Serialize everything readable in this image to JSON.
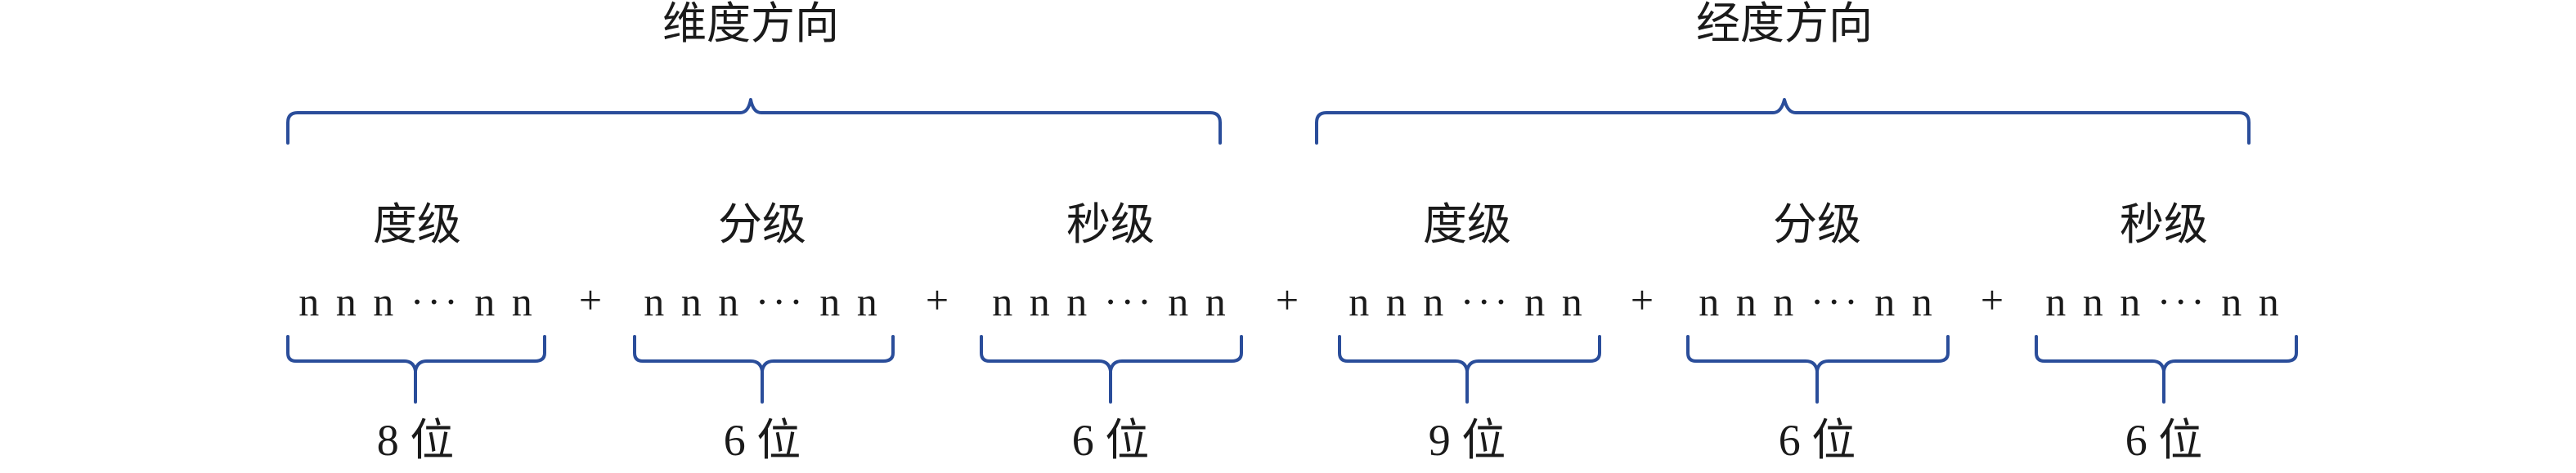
{
  "directions": [
    {
      "label": "维度方向"
    },
    {
      "label": "经度方向"
    }
  ],
  "groups": [
    {
      "level": "度级",
      "digits": "n n n ··· n n",
      "count": "8 位"
    },
    {
      "level": "分级",
      "digits": "n n n ··· n n",
      "count": "6 位"
    },
    {
      "level": "秒级",
      "digits": "n n n ··· n n",
      "count": "6 位"
    },
    {
      "level": "度级",
      "digits": "n n n ··· n n",
      "count": "9 位"
    },
    {
      "level": "分级",
      "digits": "n n n ··· n n",
      "count": "6 位"
    },
    {
      "level": "秒级",
      "digits": "n n n ··· n n",
      "count": "6 位"
    }
  ],
  "operators": [
    "+",
    "+",
    "+",
    "+",
    "+"
  ],
  "colors": {
    "brace": "#2a4d9a",
    "text": "#1a1a1a"
  }
}
